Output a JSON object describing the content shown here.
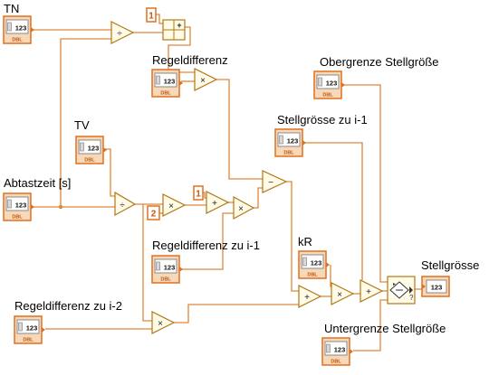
{
  "labels": {
    "tn": "TN",
    "tv": "TV",
    "abtastzeit": "Abtastzeit [s]",
    "regeldifferenz": "Regeldifferenz",
    "regeldifferenz_i1": "Regeldifferenz zu i-1",
    "regeldifferenz_i2": "Regeldifferenz zu i-2",
    "obergrenze": "Obergrenze Stellgröße",
    "stellgroesse_i1": "Stellgrösse zu i-1",
    "kr": "kR",
    "untergrenze": "Untergrenze Stellgröße",
    "stellgroesse": "Stellgrösse"
  },
  "terminal_text": "123",
  "terminal_type": "DBL",
  "constants": {
    "top_one": "1",
    "mid_one": "1",
    "two": "2"
  },
  "operators": {
    "divide": "÷",
    "multiply": "×",
    "add": "+",
    "subtract": "−",
    "compound": "+"
  },
  "colors": {
    "wire": "#e0863a",
    "terminal_border": "#e07020",
    "terminal_fill": "#f7d8b8",
    "node_border": "#b07818",
    "node_fill": "#fffbe6",
    "connector": "#e07020"
  }
}
